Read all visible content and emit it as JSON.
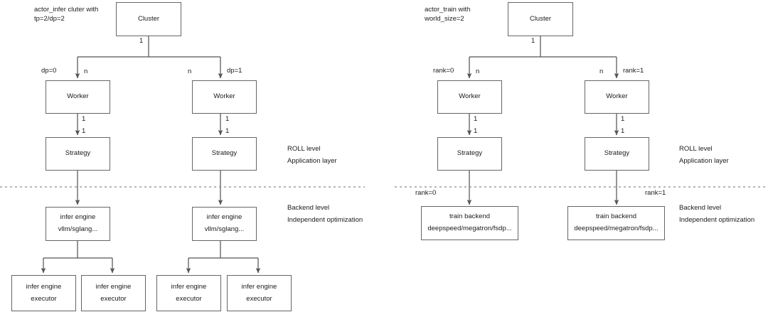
{
  "diagram": {
    "title": "",
    "panels": [
      {
        "id": "actor-infer",
        "caption_line1": "actor_infer cluter with",
        "caption_line2": "tp=2/dp=2",
        "cluster": {
          "label": "Cluster"
        },
        "cluster_edge_label": "1",
        "branches": [
          {
            "side_label": "dp=0",
            "mult_label": "n",
            "worker": {
              "label": "Worker"
            },
            "worker_to_strategy_top": "1",
            "worker_to_strategy_bottom": "1",
            "strategy": {
              "label": "Strategy"
            },
            "engine": {
              "line1": "infer engine",
              "line2": "vllm/sglang..."
            },
            "executors": [
              {
                "line1": "infer engine",
                "line2": "executor"
              },
              {
                "line1": "infer engine",
                "line2": "executor"
              }
            ]
          },
          {
            "side_label": "dp=1",
            "mult_label": "n",
            "worker": {
              "label": "Worker"
            },
            "worker_to_strategy_top": "1",
            "worker_to_strategy_bottom": "1",
            "strategy": {
              "label": "Strategy"
            },
            "engine": {
              "line1": "infer engine",
              "line2": "vllm/sglang..."
            },
            "executors": [
              {
                "line1": "infer engine",
                "line2": "executor"
              },
              {
                "line1": "infer engine",
                "line2": "executor"
              }
            ]
          }
        ],
        "notes": {
          "upper_line1": "ROLL level",
          "upper_line2": "Application layer",
          "lower_line1": "Backend level",
          "lower_line2": "Independent optimization"
        }
      },
      {
        "id": "actor-train",
        "caption_line1": "actor_train with",
        "caption_line2": "world_size=2",
        "cluster": {
          "label": "Cluster"
        },
        "cluster_edge_label": "1",
        "branches": [
          {
            "side_label": "rank=0",
            "mult_label": "n",
            "worker": {
              "label": "Worker"
            },
            "worker_to_strategy_top": "1",
            "worker_to_strategy_bottom": "1",
            "strategy": {
              "label": "Strategy"
            },
            "backend_rank_label": "rank=0",
            "backend": {
              "line1": "train backend",
              "line2": "deepspeed/megatron/fsdp..."
            }
          },
          {
            "side_label": "rank=1",
            "mult_label": "n",
            "worker": {
              "label": "Worker"
            },
            "worker_to_strategy_top": "1",
            "worker_to_strategy_bottom": "1",
            "strategy": {
              "label": "Strategy"
            },
            "backend_rank_label": "rank=1",
            "backend": {
              "line1": "train backend",
              "line2": "deepspeed/megatron/fsdp..."
            }
          }
        ],
        "notes": {
          "upper_line1": "ROLL level",
          "upper_line2": "Application layer",
          "lower_line1": "Backend level",
          "lower_line2": "Independent optimization"
        }
      }
    ],
    "colors": {
      "stroke": "#666666",
      "text": "#1b1b1b",
      "background": "#ffffff",
      "divider": "#8a8a8a"
    }
  }
}
